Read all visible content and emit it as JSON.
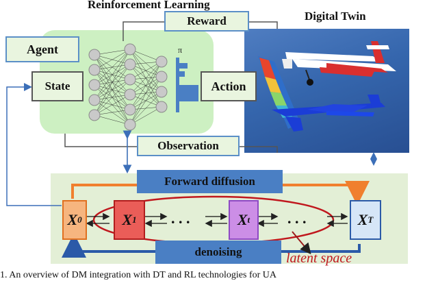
{
  "titles": {
    "reinforcement_learning": "Reinforcement Learning",
    "digital_twin": "Digital Twin"
  },
  "rl": {
    "agent": "Agent",
    "state": "State",
    "action": "Action",
    "reward": "Reward",
    "observation": "Observation",
    "policy_symbol": "π"
  },
  "diffusion": {
    "forward": "Forward diffusion",
    "denoising": "denoising",
    "latent_space": "latent space",
    "nodes": [
      {
        "base": "X",
        "sub": "0"
      },
      {
        "base": "X",
        "sub": "1"
      },
      {
        "base": "X",
        "sub": "t"
      },
      {
        "base": "X",
        "sub": "T"
      }
    ],
    "ellipsis": ". . ."
  },
  "caption": "1.  An overview of DM integration with DT and RL technologies for UA",
  "colors": {
    "agent_bg": "#cdf0c2",
    "box_bg": "#e9f5df",
    "box_border": "#5b8fc7",
    "diffusion_bg": "#e3efd6",
    "bar_blue": "#4a7fc4",
    "arrow_orange": "#f07f2e",
    "node_orange": "#f6b57f",
    "node_red": "#ea5d58",
    "node_purple": "#cc8ee6",
    "node_blue": "#d6e6f7",
    "ellipse_red": "#c0171d",
    "twin_sky": "#2e5aa0",
    "frame_gray": "#555555"
  }
}
